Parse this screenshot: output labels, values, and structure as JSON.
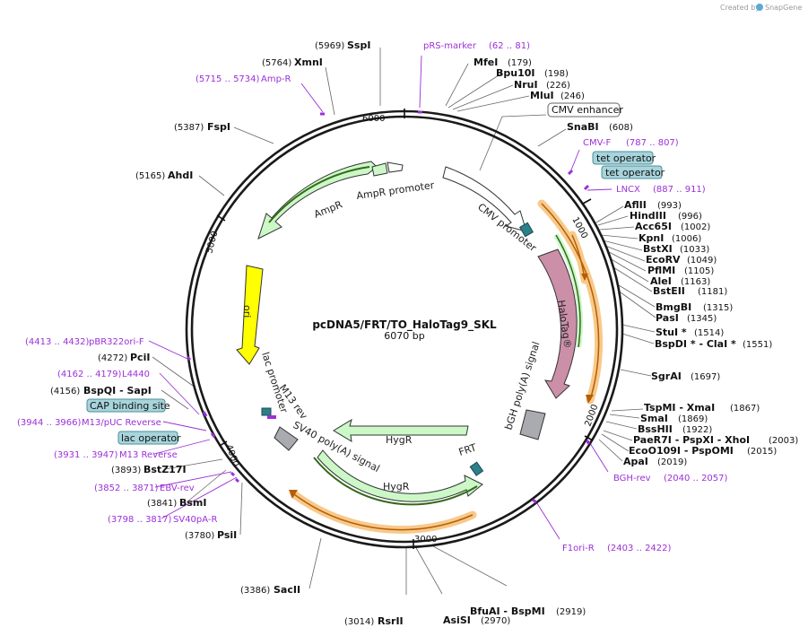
{
  "watermark": {
    "created_by": "Created by",
    "brand": "SnapGene"
  },
  "plasmid": {
    "name": "pcDNA5/FRT/TO_HaloTag9_SKL",
    "size": "6070 bp"
  },
  "ticks": {
    "t6000": "6000",
    "t1000": "1000",
    "t5000": "5000",
    "t2000": "2000",
    "t4000": "4000",
    "t3000": "3000"
  },
  "features": {
    "ampr_promoter": "AmpR promoter",
    "ampr": "AmpR",
    "ori": "ori",
    "cmv_promoter": "CMV promoter",
    "halotag": "HaloTag®",
    "bgh": "bGH poly(A) signal",
    "lac_promoter": "lac promoter",
    "m13_rev": "M13 rev",
    "sv40": "SV40 poly(A) signal",
    "hygr1": "HygR",
    "hygr2": "HygR",
    "frt": "FRT"
  },
  "boxed": {
    "cmv_enhancer": "CMV enhancer",
    "tet_operator_1": "tet operator",
    "tet_operator_2": "tet operator",
    "cap_binding": "CAP binding site",
    "lac_operator": "lac operator"
  },
  "enzymes": {
    "sspi": {
      "pos": "(5969)",
      "name": "SspI"
    },
    "xmni": {
      "pos": "(5764)",
      "name": "XmnI"
    },
    "fspi": {
      "pos": "(5387)",
      "name": "FspI"
    },
    "ahdi": {
      "pos": "(5165)",
      "name": "AhdI"
    },
    "pcii": {
      "pos": "(4272)",
      "name": "PciI"
    },
    "bspqi": {
      "pos": "(4156)",
      "name": "BspQI  - SapI"
    },
    "bstz17i": {
      "pos": "(3893)",
      "name": "BstZ17I"
    },
    "bsmi": {
      "pos": "(3841)",
      "name": "BsmI"
    },
    "psii": {
      "pos": "(3780)",
      "name": "PsiI"
    },
    "sacii": {
      "pos": "(3386)",
      "name": "SacII"
    },
    "rsrii": {
      "pos": "(3014)",
      "name": "RsrII"
    },
    "asisi": {
      "name": "AsiSI",
      "pos": "(2970)"
    },
    "bfuai": {
      "name": "BfuAI  - BspMI",
      "pos": "(2919)"
    },
    "mfei": {
      "name": "MfeI",
      "pos": "(179)"
    },
    "bpu10i": {
      "name": "Bpu10I",
      "pos": "(198)"
    },
    "nrui": {
      "name": "NruI",
      "pos": "(226)"
    },
    "mlui": {
      "name": "MluI",
      "pos": "(246)"
    },
    "snabi": {
      "name": "SnaBI",
      "pos": "(608)"
    },
    "aflii": {
      "name": "AflII",
      "pos": "(993)"
    },
    "hindiii": {
      "name": "HindIII",
      "pos": "(996)"
    },
    "acc65i": {
      "name": "Acc65I",
      "pos": "(1002)"
    },
    "kpni": {
      "name": "KpnI",
      "pos": "(1006)"
    },
    "bstxi": {
      "name": "BstXI",
      "pos": "(1033)"
    },
    "ecorv": {
      "name": "EcoRV",
      "pos": "(1049)"
    },
    "pflmi": {
      "name": "PflMI",
      "pos": "(1105)"
    },
    "alei": {
      "name": "AleI",
      "pos": "(1163)"
    },
    "bsteii": {
      "name": "BstEII",
      "pos": "(1181)"
    },
    "bmgbi": {
      "name": "BmgBI",
      "pos": "(1315)"
    },
    "pasi": {
      "name": "PasI",
      "pos": "(1345)"
    },
    "stui": {
      "name": "StuI *",
      "pos": "(1514)"
    },
    "bspdi": {
      "name": "BspDI *  - ClaI *",
      "pos": "(1551)"
    },
    "sgrai": {
      "name": "SgrAI",
      "pos": "(1697)"
    },
    "tspmi": {
      "name": "TspMI  - XmaI",
      "pos": "(1867)"
    },
    "smai": {
      "name": "SmaI",
      "pos": "(1869)"
    },
    "bsshii": {
      "name": "BssHII",
      "pos": "(1922)"
    },
    "paer7i": {
      "name": "PaeR7I  - PspXI  - XhoI",
      "pos": "(2003)"
    },
    "eco0109i": {
      "name": "EcoO109I  - PspOMI",
      "pos": "(2015)"
    },
    "apai": {
      "name": "ApaI",
      "pos": "(2019)"
    }
  },
  "primers": {
    "amp_r": {
      "range": "(5715 .. 5734)",
      "name": "Amp-R"
    },
    "prs_marker": {
      "name": "pRS-marker",
      "range": "(62 .. 81)"
    },
    "cmv_f": {
      "name": "CMV-F",
      "range": "(787 .. 807)"
    },
    "lncx": {
      "name": "LNCX",
      "range": "(887 .. 911)"
    },
    "bgh_rev": {
      "name": "BGH-rev",
      "range": "(2040 .. 2057)"
    },
    "f1ori_r": {
      "name": "F1ori-R",
      "range": "(2403 .. 2422)"
    },
    "pbr322ori_f": {
      "range": "(4413 .. 4432)",
      "name": "pBR322ori-F"
    },
    "l4440": {
      "range": "(4162 .. 4179)",
      "name": "L4440"
    },
    "m13_puc_rev": {
      "range": "(3944 .. 3966)",
      "name": "M13/pUC Reverse"
    },
    "m13_reverse": {
      "range": "(3931 .. 3947)",
      "name": "M13 Reverse"
    },
    "ebv_rev": {
      "range": "(3852 .. 3871)",
      "name": "EBV-rev"
    },
    "sv40pa_r": {
      "range": "(3798 .. 3817)",
      "name": "SV40pA-R"
    }
  },
  "colors": {
    "backbone": "#1a1a1a",
    "resistance": "#ccf8c8",
    "ori": "#ffff00",
    "promoter": "#ffffff",
    "halotag": "#cc8fa8",
    "terminator": "#a9abb0",
    "orange_track": "#f8c98a",
    "primer": "#9b30d8",
    "operator_box": "#a8d4dc"
  }
}
